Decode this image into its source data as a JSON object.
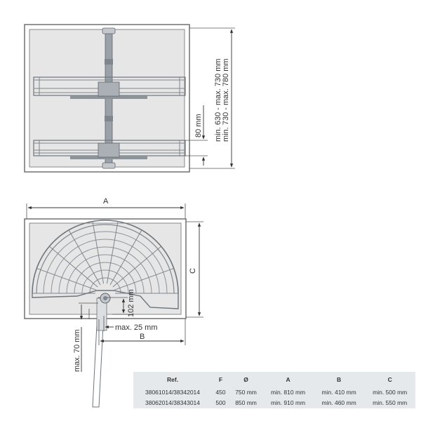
{
  "dimensions": {
    "height_range_1": "min. 630 - max. 730 mm",
    "height_range_2": "min. 730 - max. 780 mm",
    "shelf_gap": "80 mm",
    "label_a": "A",
    "label_b": "B",
    "label_c": "C",
    "depth_102": "102 mm",
    "max_25": "max. 25 mm",
    "max_70": "max. 70 mm"
  },
  "table": {
    "headers": [
      "Ref.",
      "F",
      "Ø",
      "A",
      "B",
      "C"
    ],
    "rows": [
      [
        "38061014/38342014",
        "450",
        "750 mm",
        "min. 810 mm",
        "min. 410 mm",
        "min. 500 mm"
      ],
      [
        "38062014/38343014",
        "500",
        "850 mm",
        "min. 910 mm",
        "min. 460 mm",
        "min. 550 mm"
      ]
    ]
  }
}
